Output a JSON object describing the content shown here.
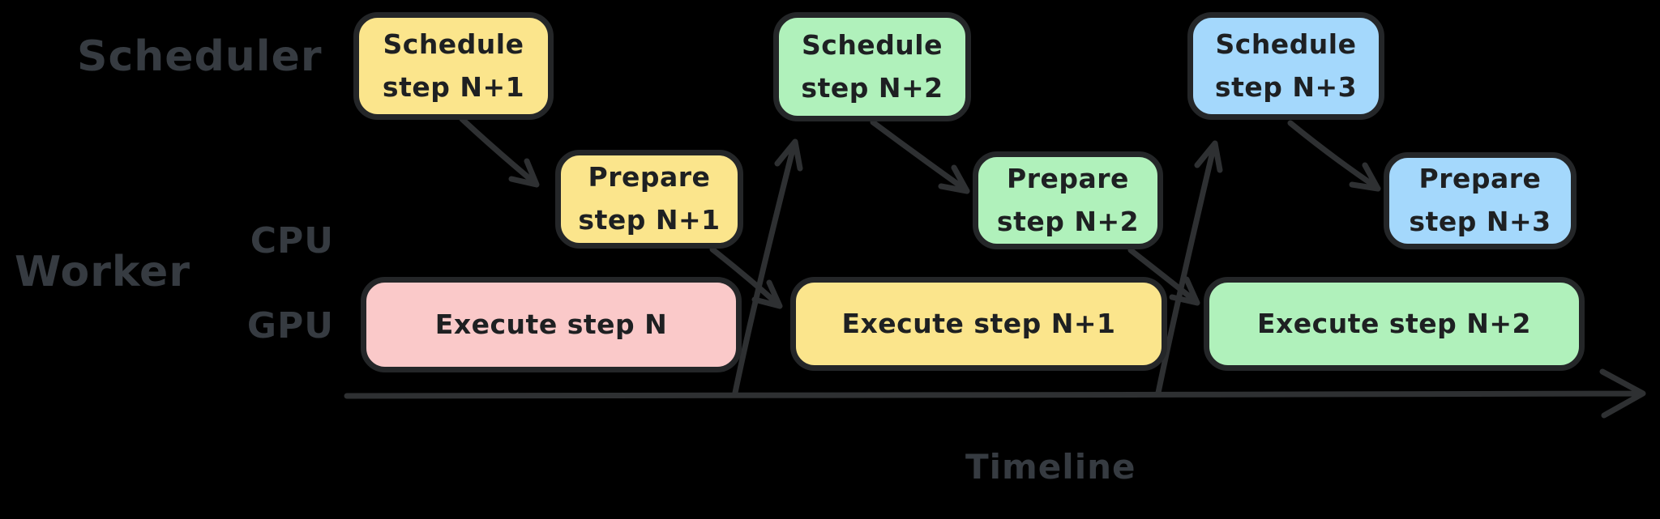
{
  "diagram": {
    "title_semantics": "Scheduler/Worker pipeline timeline",
    "background": "#000000",
    "label_color": "#363b41",
    "arrow_color": "#2e3032",
    "box_border_color": "#242628",
    "box_text_color": "#1e2022",
    "row_labels": {
      "scheduler": "Scheduler",
      "worker": "Worker",
      "cpu": "CPU",
      "gpu": "GPU"
    },
    "timeline_label": "Timeline",
    "colors": {
      "yellow": "#fbe58c",
      "pink": "#fac9c9",
      "green": "#b0f1bb",
      "blue": "#a4d8fc"
    },
    "boxes": {
      "schedule_n1": {
        "line1": "Schedule",
        "line2": "step N+1",
        "fill": "#fbe58c"
      },
      "prepare_n1": {
        "line1": "Prepare",
        "line2": "step N+1",
        "fill": "#fbe58c"
      },
      "execute_n": {
        "text": "Execute step N",
        "fill": "#fac9c9"
      },
      "schedule_n2": {
        "line1": "Schedule",
        "line2": "step N+2",
        "fill": "#b0f1bb"
      },
      "prepare_n2": {
        "line1": "Prepare",
        "line2": "step N+2",
        "fill": "#b0f1bb"
      },
      "execute_n1": {
        "text": "Execute step N+1",
        "fill": "#fbe58c"
      },
      "schedule_n3": {
        "line1": "Schedule",
        "line2": "step N+3",
        "fill": "#a4d8fc"
      },
      "prepare_n3": {
        "line1": "Prepare",
        "line2": "step N+3",
        "fill": "#a4d8fc"
      },
      "execute_n2": {
        "text": "Execute step N+2",
        "fill": "#b0f1bb"
      }
    },
    "edges": [
      {
        "from": "schedule-step-n1",
        "to": "prepare-step-n1"
      },
      {
        "from": "prepare-step-n1",
        "to": "execute-step-n1"
      },
      {
        "from": "execute-step-n",
        "to": "schedule-step-n2"
      },
      {
        "from": "schedule-step-n2",
        "to": "prepare-step-n2"
      },
      {
        "from": "prepare-step-n2",
        "to": "execute-step-n2"
      },
      {
        "from": "execute-step-n1",
        "to": "schedule-step-n3"
      },
      {
        "from": "schedule-step-n3",
        "to": "prepare-step-n3"
      },
      {
        "from": "timeline-start",
        "to": "timeline-end"
      }
    ]
  }
}
